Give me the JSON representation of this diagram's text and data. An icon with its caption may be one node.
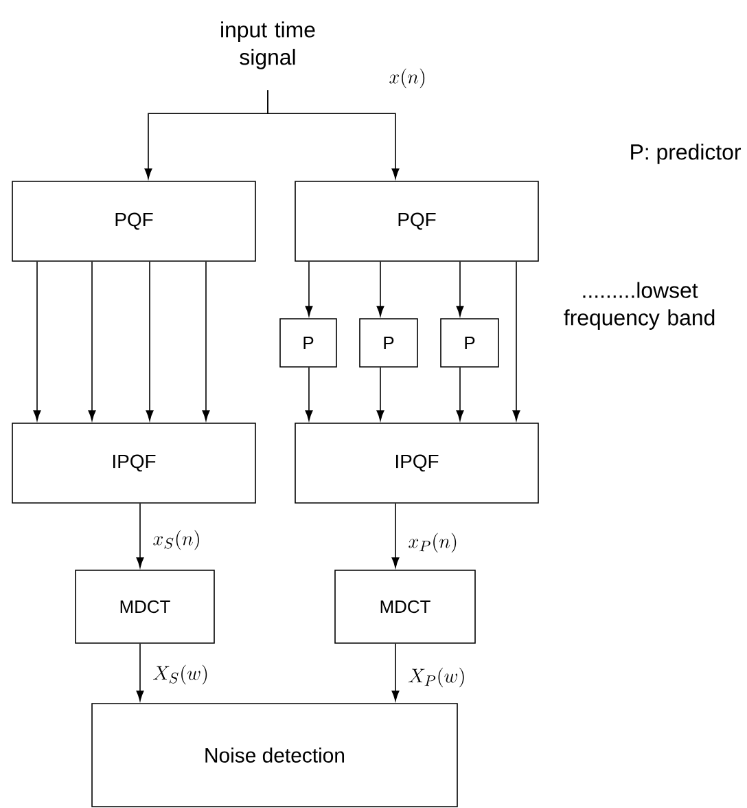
{
  "diagram": {
    "nodes": [
      {
        "text": [
          "input time signal"
        ]
      },
      {
        "text": [
          "PQF"
        ]
      },
      {
        "text": [
          "PQF"
        ]
      },
      {
        "text": [
          "P"
        ]
      },
      {
        "text": [
          "P"
        ]
      },
      {
        "text": [
          "P"
        ]
      },
      {
        "text": [
          "IPQF"
        ]
      },
      {
        "text": [
          "IPQF"
        ]
      },
      {
        "text": [
          "MDCT"
        ]
      },
      {
        "text": [
          "MDCT"
        ]
      },
      {
        "text": [
          "Noise detection"
        ]
      }
    ],
    "edges": [
      {
        "from": 0,
        "to": 1,
        "arrow": "to"
      },
      {
        "from": 0,
        "to": 2,
        "arrow": "to",
        "label": "x(n)"
      },
      {
        "from": 1,
        "to": 6,
        "arrow": "to"
      },
      {
        "from": 1,
        "to": 6,
        "arrow": "to"
      },
      {
        "from": 1,
        "to": 6,
        "arrow": "to"
      },
      {
        "from": 1,
        "to": 6,
        "arrow": "to"
      },
      {
        "from": 2,
        "to": 3,
        "arrow": "to"
      },
      {
        "from": 2,
        "to": 4,
        "arrow": "to"
      },
      {
        "from": 2,
        "to": 5,
        "arrow": "to"
      },
      {
        "from": 2,
        "to": 7,
        "arrow": "to"
      },
      {
        "from": 3,
        "to": 7,
        "arrow": "to"
      },
      {
        "from": 4,
        "to": 7,
        "arrow": "to"
      },
      {
        "from": 5,
        "to": 7,
        "arrow": "to"
      },
      {
        "from": 6,
        "to": 8,
        "arrow": "to",
        "label": "x_S(n)"
      },
      {
        "from": 7,
        "to": 9,
        "arrow": "to",
        "label": "x_P(n)"
      },
      {
        "from": 8,
        "to": 10,
        "arrow": "to",
        "label": "X_S(w)"
      },
      {
        "from": 9,
        "to": 10,
        "arrow": "to",
        "label": "X_P(w)"
      }
    ],
    "labels": [
      "P: predictor",
      ".........lowset frequency band"
    ]
  }
}
